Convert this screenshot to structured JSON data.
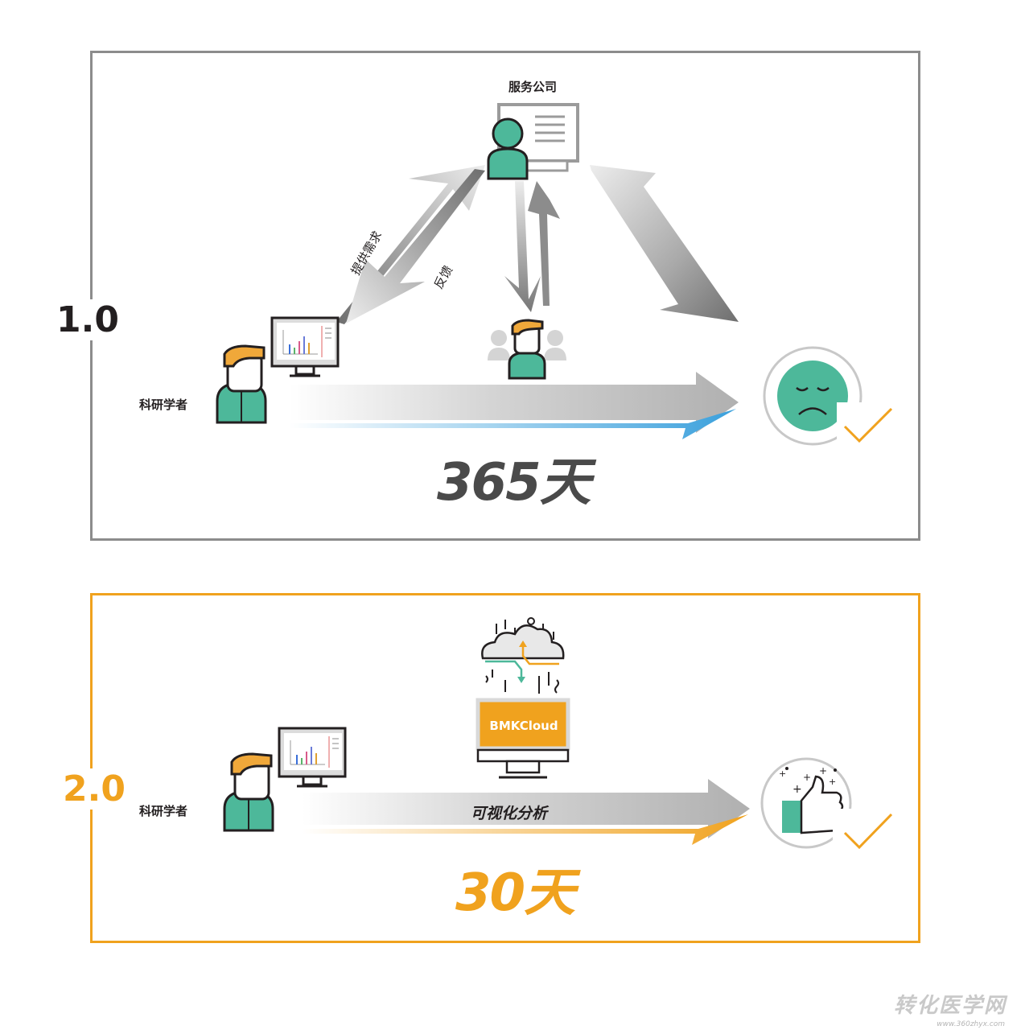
{
  "v1": {
    "version": "1.0",
    "service_company": "服务公司",
    "researcher": "科研学者",
    "provide_requirements": "提供需求",
    "feedback": "反馈",
    "duration": "365天"
  },
  "v2": {
    "version": "2.0",
    "platform": "BMKCloud",
    "researcher": "科研学者",
    "analysis": "可视化分析",
    "duration": "30天"
  },
  "watermark": {
    "text": "转化医学网",
    "url": "www.360zhyx.com"
  },
  "colors": {
    "v1_border": "#8c8c8c",
    "v2_accent": "#f0a21e",
    "teal": "#4db89a",
    "hair": "#f0a83a",
    "blue_edge": "#3aa0dc",
    "dark": "#231f20"
  }
}
